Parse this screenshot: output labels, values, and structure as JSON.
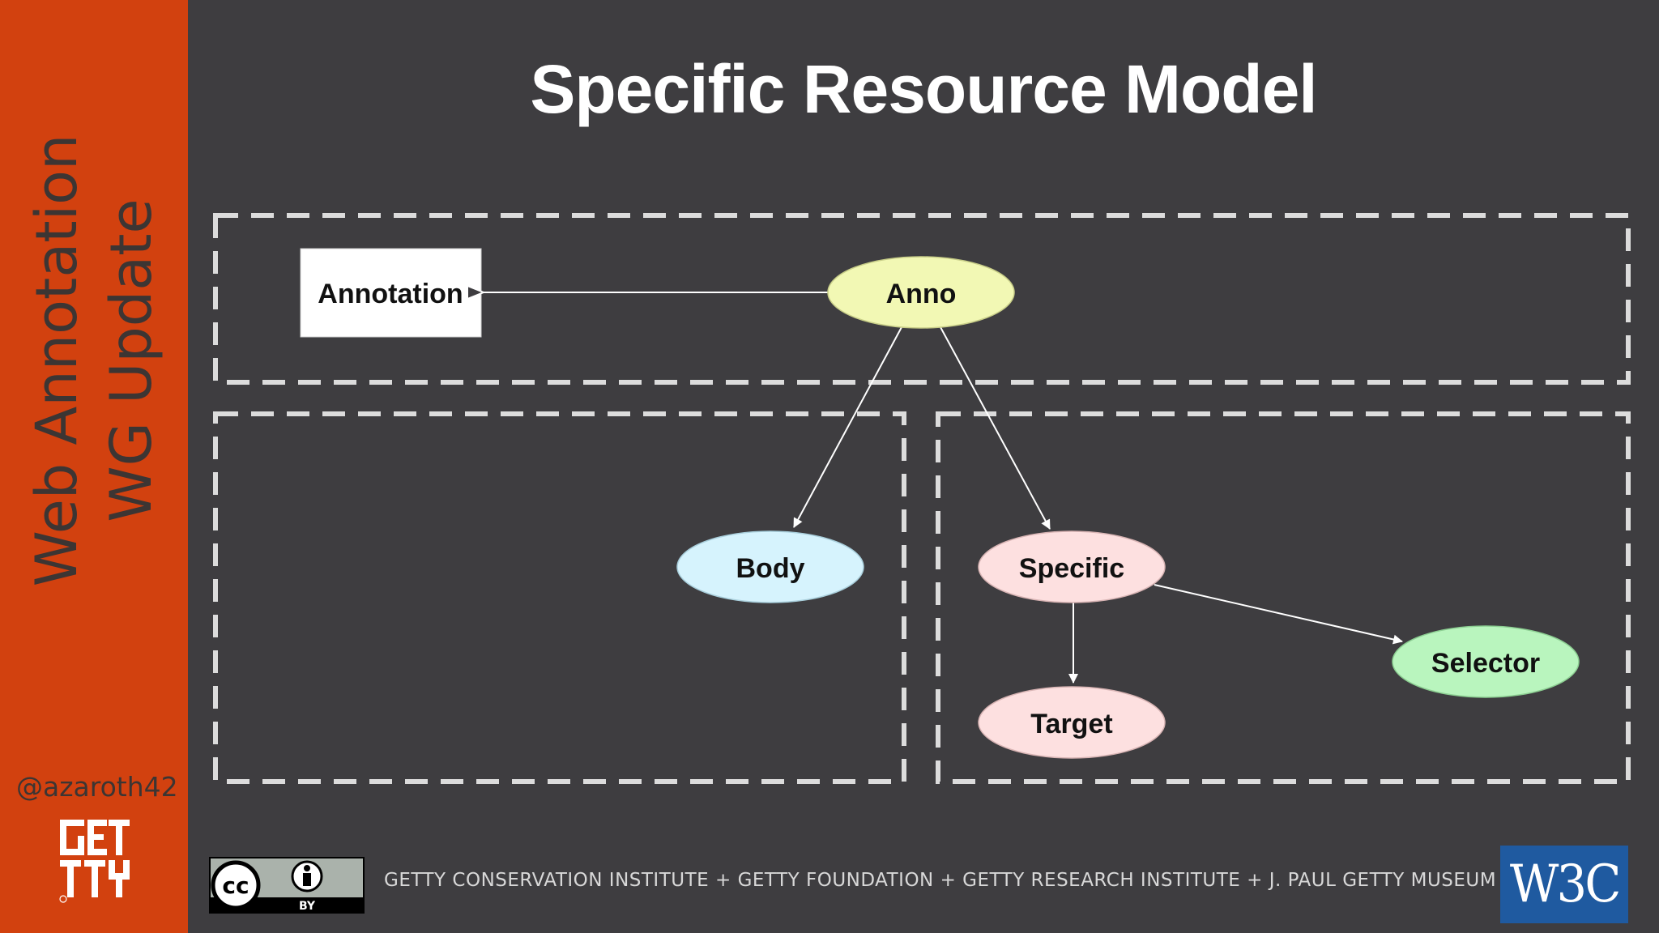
{
  "sidebar": {
    "title_line1": "Web Annotation",
    "title_line2": "WG Update",
    "handle": "@azaroth42",
    "logo_name": "getty-logo"
  },
  "slide": {
    "title": "Specific Resource Model"
  },
  "diagram": {
    "class_box_label": "Annotation",
    "nodes": {
      "anno": {
        "label": "Anno",
        "color": "#f2f8b4"
      },
      "body": {
        "label": "Body",
        "color": "#d6f3fd"
      },
      "specific": {
        "label": "Specific",
        "color": "#fde0e0"
      },
      "target": {
        "label": "Target",
        "color": "#fde0e0"
      },
      "selector": {
        "label": "Selector",
        "color": "#b9f5be"
      }
    }
  },
  "footer": {
    "text": "GETTY CONSERVATION INSTITUTE + GETTY FOUNDATION + GETTY RESEARCH INSTITUTE + J. PAUL GETTY MUSEUM",
    "license_badge": "BY",
    "w3c_logo": "W3C"
  },
  "colors": {
    "sidebar": "#d2410f",
    "background": "#3e3d40"
  }
}
